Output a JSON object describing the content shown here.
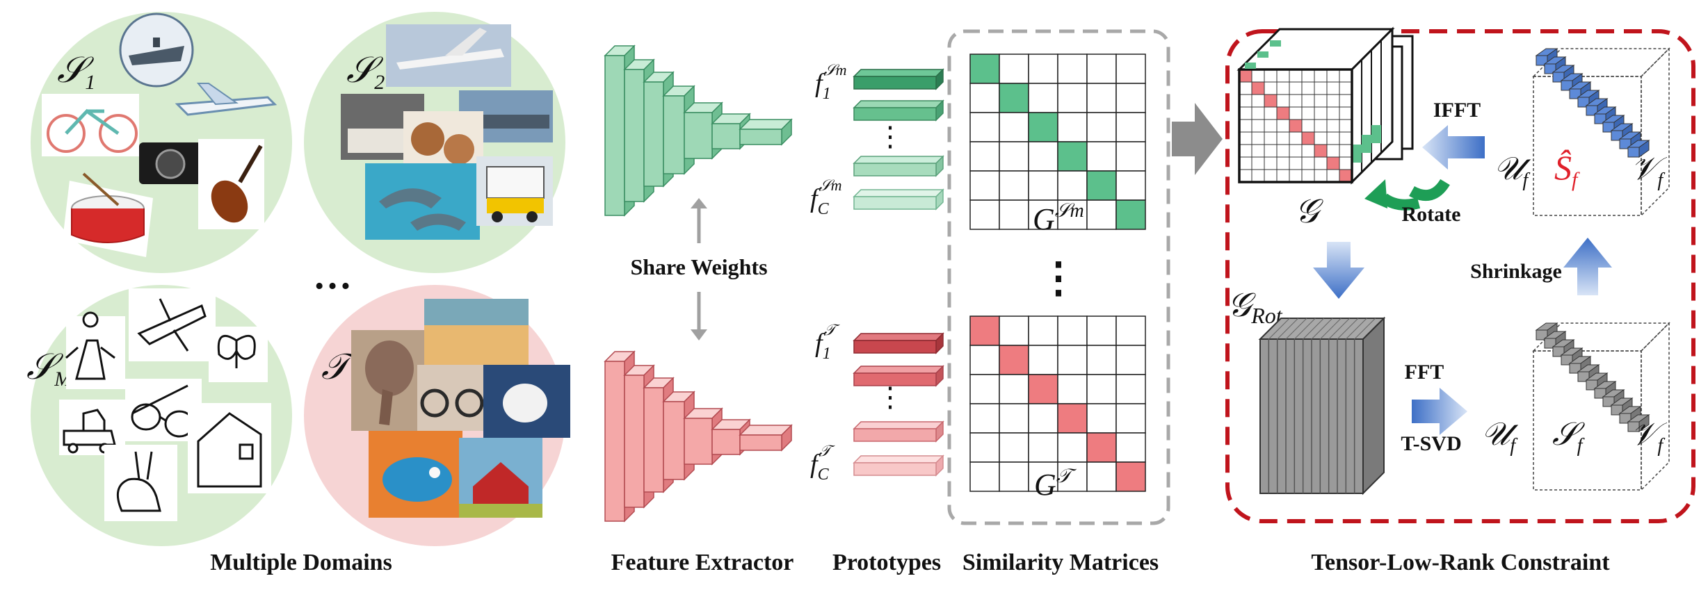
{
  "domains": {
    "s1": "𝒮",
    "s1_sub": "1",
    "s2": "𝒮",
    "s2_sub": "2",
    "sm": "𝒮",
    "sm_sub": "M",
    "t": "𝒯",
    "ellipsis": "…"
  },
  "images": {
    "s1": [
      "aircraft carrier",
      "bicycle",
      "airplane",
      "camera",
      "drum",
      "violin"
    ],
    "s2": [
      "airplane",
      "bedroom",
      "aircraft carrier",
      "cookies",
      "dolphins",
      "truck"
    ],
    "sm": [
      "angel",
      "airplane",
      "butterfly",
      "eyeglasses",
      "truck",
      "rabbit",
      "house"
    ],
    "t": [
      "elephant",
      "beach painting",
      "bicycle",
      "polar bear",
      "fish",
      "barn"
    ]
  },
  "feature_extractor": {
    "share_weights": "Share Weights"
  },
  "prototypes": {
    "top_first": "f",
    "top_first_sub": "1",
    "top_first_sup": "𝒮m",
    "top_last": "f",
    "top_last_sub": "C",
    "top_last_sup": "𝒮m",
    "bottom_first": "f",
    "bottom_first_sub": "1",
    "bottom_first_sup": "𝒯",
    "bottom_last": "f",
    "bottom_last_sub": "C",
    "bottom_last_sup": "𝒯",
    "dots": "⋮"
  },
  "similarity": {
    "top_label": "G",
    "top_sup": "𝒮m",
    "bottom_label": "G",
    "bottom_sup": "𝒯",
    "dots": "⋮",
    "grid_size": 6
  },
  "tensor": {
    "g": "𝒢",
    "g_rot": "𝒢",
    "g_rot_sub": "Rot",
    "rotate": "Rotate",
    "ifft": "IFFT",
    "fft": "FFT",
    "tsvd": "T-SVD",
    "shrinkage": "Shrinkage",
    "u_top": "𝒰",
    "u_top_sub": "f",
    "s_hat": "Ŝ",
    "s_hat_sub": "f",
    "v_top": "𝒱",
    "v_top_sub": "f",
    "u_bot": "𝒰",
    "u_bot_sub": "f",
    "s_bot": "𝒮",
    "s_bot_sub": "f",
    "v_bot": "𝒱",
    "v_bot_sub": "f"
  },
  "captions": {
    "multiple_domains": "Multiple Domains",
    "feature_extractor": "Feature Extractor",
    "prototypes": "Prototypes",
    "similarity_matrices": "Similarity Matrices",
    "tensor_low_rank": "Tensor-Low-Rank Constraint"
  },
  "colors": {
    "green": "#5cc08c",
    "green_light": "#d8ecd0",
    "green_dark": "#3a9e6a",
    "red": "#ee7c80",
    "red_light": "#f6d4d4",
    "red_dark": "#c8474e",
    "blue": "#4f7fd0",
    "grey": "#8c8c8c",
    "frame_red": "#c0141c",
    "s_hat": "#e0202a"
  }
}
